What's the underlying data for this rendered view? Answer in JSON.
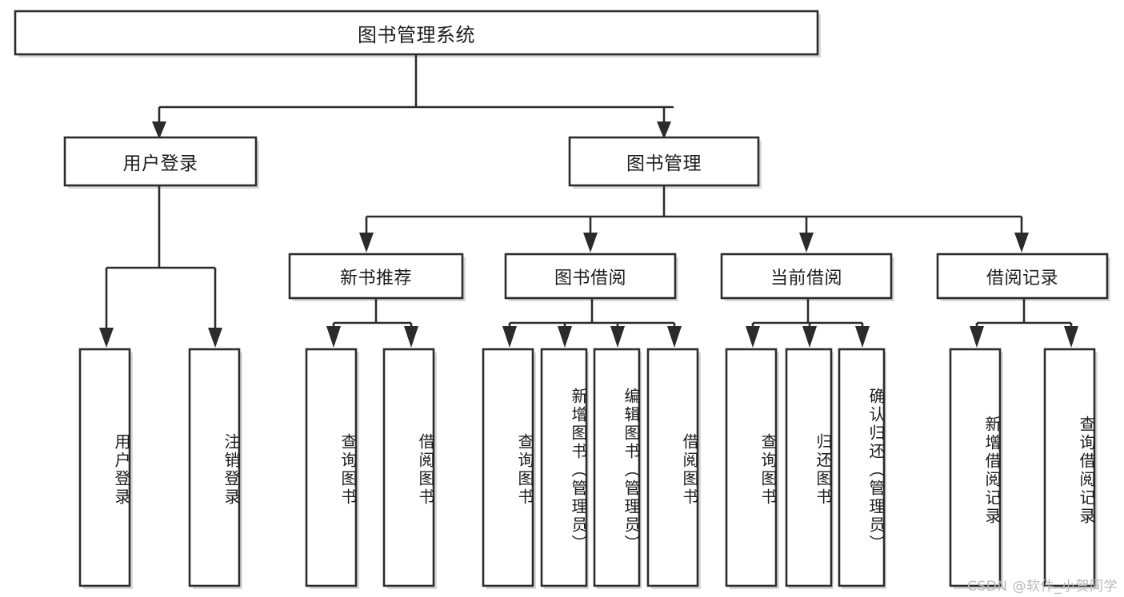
{
  "diagram": {
    "type": "tree-hierarchy",
    "title": "图书管理系统",
    "watermark": "CSDN @软件_小贺同学",
    "colors": {
      "stroke": "#2b2b2b",
      "fill": "#ffffff",
      "text": "#1c1c1c",
      "watermark": "#b6b6b6",
      "background": "#ffffff"
    },
    "levels": {
      "root": "图书管理系统",
      "level1": [
        "用户登录",
        "图书管理"
      ],
      "level2": [
        "新书推荐",
        "图书借阅",
        "当前借阅",
        "借阅记录"
      ]
    },
    "nodes": {
      "root": {
        "label": "图书管理系统"
      },
      "user_login": {
        "label": "用户登录"
      },
      "book_manage": {
        "label": "图书管理"
      },
      "new_book_rec": {
        "label": "新书推荐"
      },
      "book_borrow": {
        "label": "图书借阅"
      },
      "current_borrow": {
        "label": "当前借阅"
      },
      "borrow_record": {
        "label": "借阅记录"
      },
      "leaf_user_login": {
        "label": "用户登录"
      },
      "leaf_logout": {
        "label": "注销登录"
      },
      "leaf_query_book_1": {
        "label": "查询图书"
      },
      "leaf_borrow_book_1": {
        "label": "借阅图书"
      },
      "leaf_query_book_2": {
        "label": "查询图书"
      },
      "leaf_add_book_admin": {
        "label": "新增图书（管理员）"
      },
      "leaf_edit_book_admin": {
        "label": "编辑图书（管理员）"
      },
      "leaf_borrow_book_2": {
        "label": "借阅图书"
      },
      "leaf_query_book_3": {
        "label": "查询图书"
      },
      "leaf_return_book": {
        "label": "归还图书"
      },
      "leaf_confirm_return_admin": {
        "label": "确认归还（管理员）"
      },
      "leaf_add_borrow_record": {
        "label": "新增借阅记录"
      },
      "leaf_query_borrow_record": {
        "label": "查询借阅记录"
      }
    },
    "edges": [
      {
        "from": "root",
        "to": "user_login"
      },
      {
        "from": "root",
        "to": "book_manage"
      },
      {
        "from": "user_login",
        "to": "leaf_user_login"
      },
      {
        "from": "user_login",
        "to": "leaf_logout"
      },
      {
        "from": "book_manage",
        "to": "new_book_rec"
      },
      {
        "from": "book_manage",
        "to": "book_borrow"
      },
      {
        "from": "book_manage",
        "to": "current_borrow"
      },
      {
        "from": "book_manage",
        "to": "borrow_record"
      },
      {
        "from": "new_book_rec",
        "to": "leaf_query_book_1"
      },
      {
        "from": "new_book_rec",
        "to": "leaf_borrow_book_1"
      },
      {
        "from": "book_borrow",
        "to": "leaf_query_book_2"
      },
      {
        "from": "book_borrow",
        "to": "leaf_add_book_admin"
      },
      {
        "from": "book_borrow",
        "to": "leaf_edit_book_admin"
      },
      {
        "from": "book_borrow",
        "to": "leaf_borrow_book_2"
      },
      {
        "from": "current_borrow",
        "to": "leaf_query_book_3"
      },
      {
        "from": "current_borrow",
        "to": "leaf_return_book"
      },
      {
        "from": "current_borrow",
        "to": "leaf_confirm_return_admin"
      },
      {
        "from": "borrow_record",
        "to": "leaf_add_borrow_record"
      },
      {
        "from": "borrow_record",
        "to": "leaf_query_borrow_record"
      }
    ]
  }
}
